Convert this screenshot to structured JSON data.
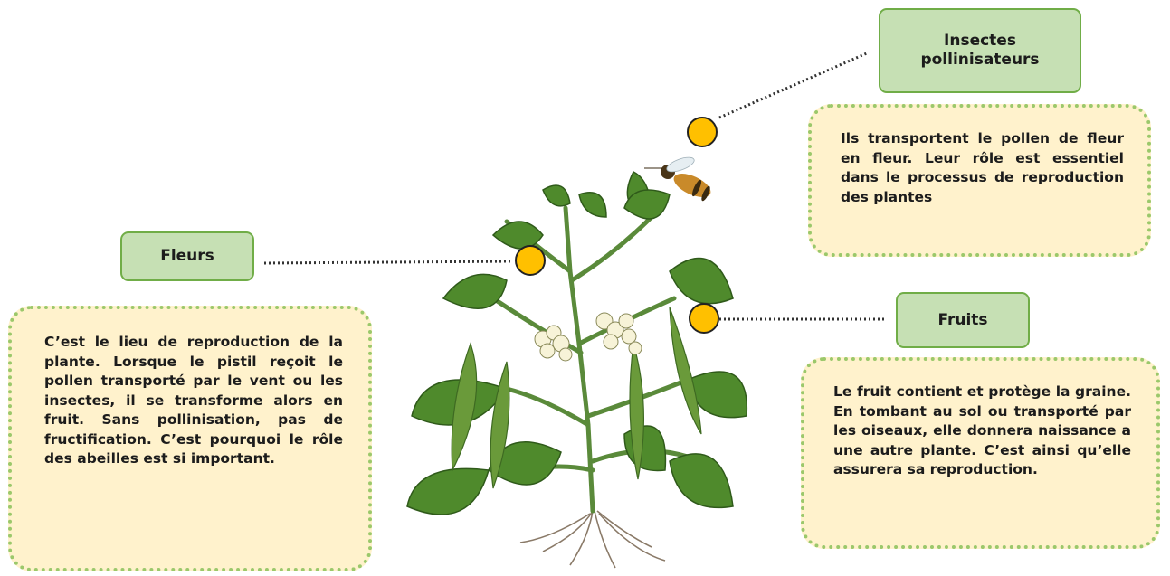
{
  "labels": {
    "insects": "Insectes pollinisateurs",
    "flowers": "Fleurs",
    "fruits": "Fruits"
  },
  "descriptions": {
    "insects": "Ils transportent le pollen de fleur en fleur. Leur rôle est essentiel dans le processus de reproduction des plantes",
    "flowers": "C’est le lieu de reproduction de la plante. Lorsque le pistil reçoit le pollen transporté par le vent ou les insectes, il se transforme alors en fruit. Sans pollinisation, pas de fructification. C’est pourquoi le rôle des abeilles est si important.",
    "fruits": "Le fruit contient et protège la graine. En tombant au sol ou transporté par les oiseaux, elle donnera naissance a une autre plante. C’est ainsi qu’elle assurera sa reproduction."
  },
  "colors": {
    "label_fill": "#c6e0b4",
    "label_border": "#70ad47",
    "desc_fill": "#fff2cc",
    "desc_border": "#9bc86b",
    "marker": "#ffc000",
    "leaf": "#4f8a2c"
  }
}
